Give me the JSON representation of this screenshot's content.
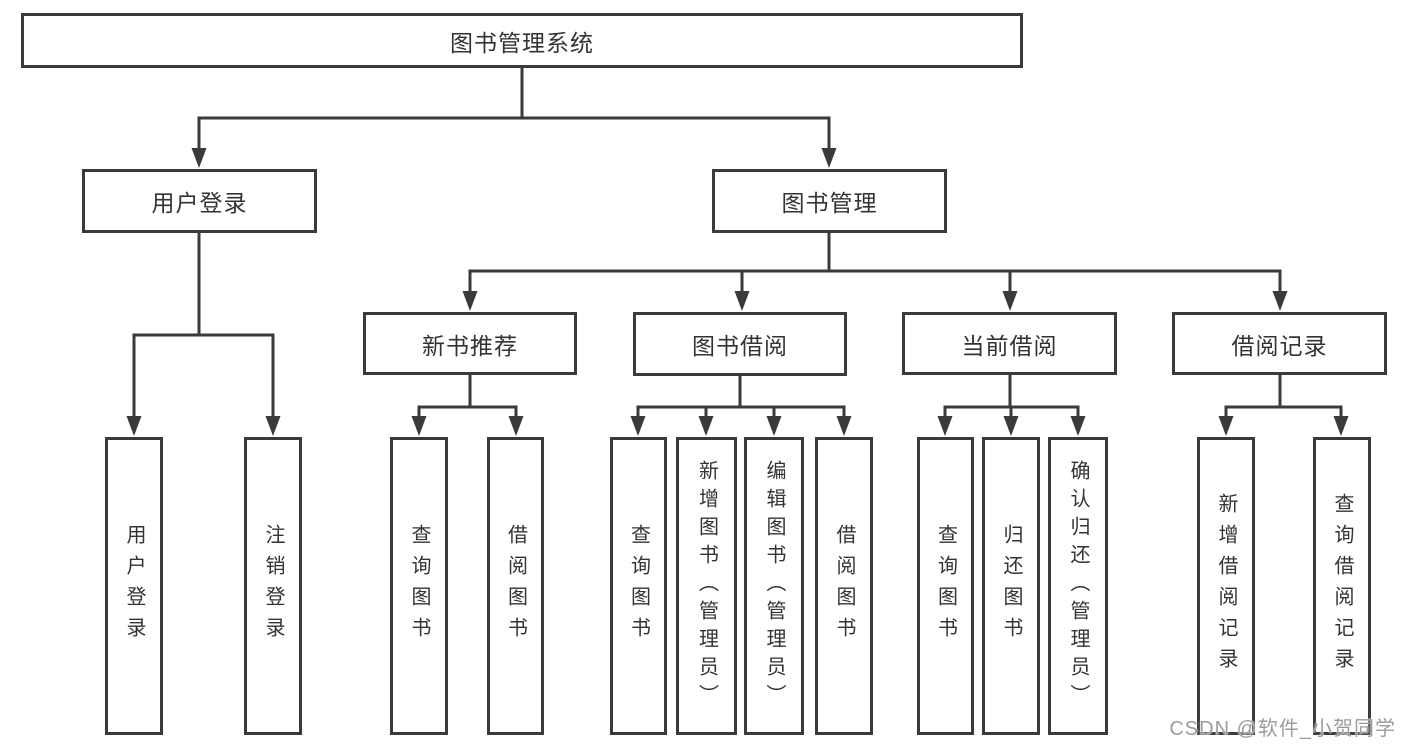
{
  "colors": {
    "line": "#3a3a3a",
    "box_border": "#3a3a3a",
    "box_fill": "#ffffff",
    "text": "#333333",
    "watermark": "#9c9c9c",
    "background": "#ffffff"
  },
  "watermark": {
    "text": "CSDN @软件_小贺同学"
  },
  "tree": {
    "root": {
      "label": "图书管理系统"
    },
    "branches": [
      {
        "label": "用户登录",
        "children": [
          {
            "label": "用户登录"
          },
          {
            "label": "注销登录"
          }
        ]
      },
      {
        "label": "图书管理",
        "children": [
          {
            "label": "新书推荐",
            "children": [
              {
                "label": "查询图书"
              },
              {
                "label": "借阅图书"
              }
            ]
          },
          {
            "label": "图书借阅",
            "children": [
              {
                "label": "查询图书"
              },
              {
                "label": "新增图书（管理员）"
              },
              {
                "label": "编辑图书（管理员）"
              },
              {
                "label": "借阅图书"
              }
            ]
          },
          {
            "label": "当前借阅",
            "children": [
              {
                "label": "查询图书"
              },
              {
                "label": "归还图书"
              },
              {
                "label": "确认归还（管理员）"
              }
            ]
          },
          {
            "label": "借阅记录",
            "children": [
              {
                "label": "新增借阅记录"
              },
              {
                "label": "查询借阅记录"
              }
            ]
          }
        ]
      }
    ]
  }
}
